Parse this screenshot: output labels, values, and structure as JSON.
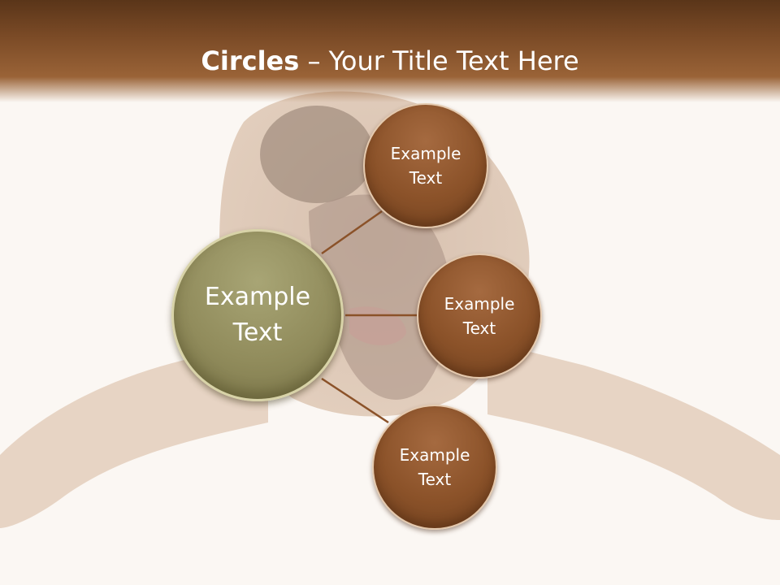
{
  "title": {
    "bold": "Circles",
    "rest": " – Your Title Text Here"
  },
  "center": {
    "line1": "Example",
    "line2": "Text"
  },
  "satellites": [
    {
      "line1": "Example",
      "line2": "Text"
    },
    {
      "line1": "Example",
      "line2": "Text"
    },
    {
      "line1": "Example",
      "line2": "Text"
    }
  ],
  "colors": {
    "header": "#8a5430",
    "satellite_fill": "#8b5229",
    "center_fill": "#918c5c",
    "connector": "#8b5229"
  }
}
